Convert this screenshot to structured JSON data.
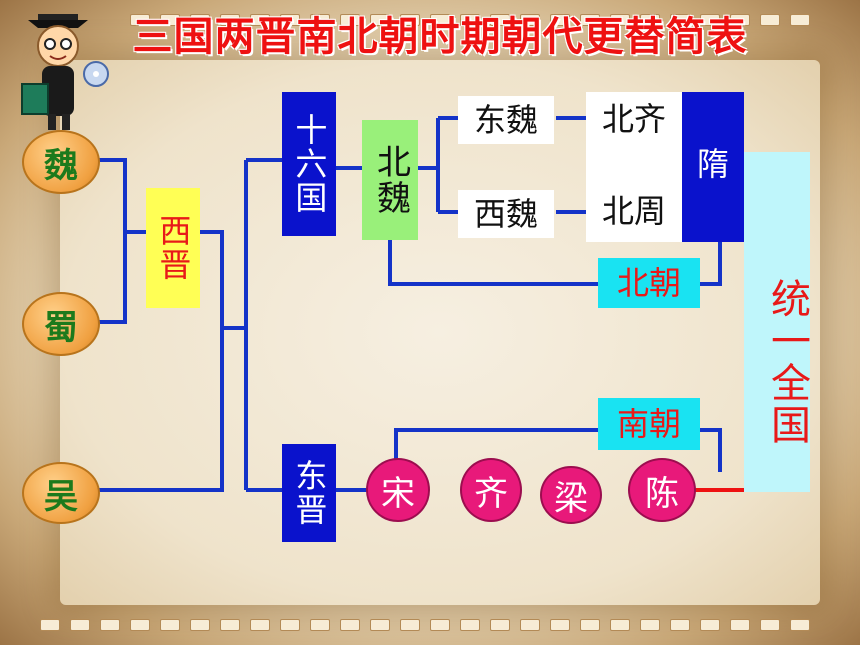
{
  "title": "三国两晋南北朝时期朝代更替简表",
  "three_kingdoms": [
    "魏",
    "蜀",
    "吴"
  ],
  "western_jin": "西晋",
  "sixteen_kingdoms": "十六国",
  "eastern_jin": "东晋",
  "northern_wei": "北魏",
  "eastern_wei": "东魏",
  "western_wei": "西魏",
  "northern_qi": "北齐",
  "northern_zhou": "北周",
  "northern_dynasties": "北朝",
  "southern_dynasties": "南朝",
  "southern_states": [
    "宋",
    "齐",
    "梁",
    "陈"
  ],
  "sui": "隋",
  "unified": "统一全国",
  "colors": {
    "title": "#ee1111",
    "blue_box": "#0a12cc",
    "line": "#1433c8",
    "cyan": "#19e3f2",
    "pink": "#e8197a",
    "yellow": "#ffff55",
    "green_box": "#99f07a"
  }
}
